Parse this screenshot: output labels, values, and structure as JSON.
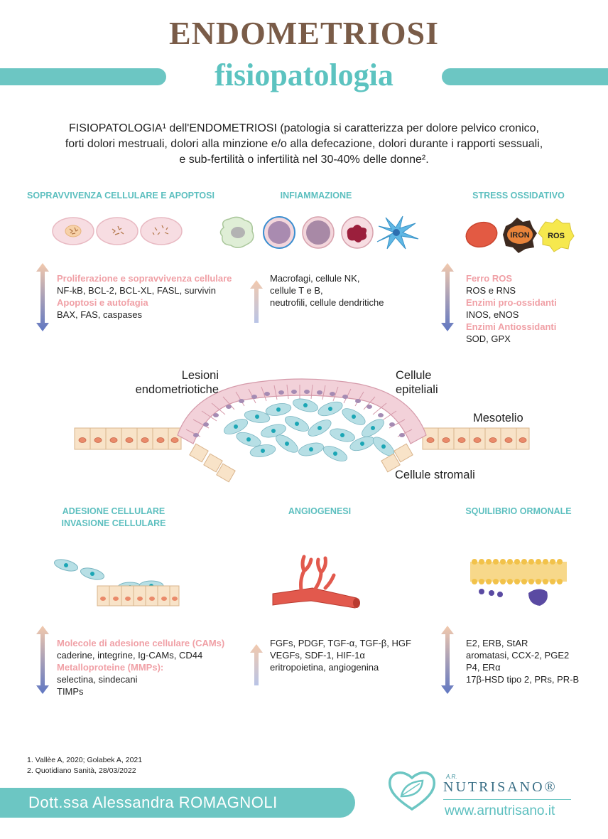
{
  "header": {
    "title": "ENDOMETRIOSI",
    "subtitle": "fisiopatologia"
  },
  "intro": [
    "FISIOPATOLOGIA¹ dell'ENDOMETRIOSI (patologia si caratterizza per dolore pelvico cronico,",
    "forti dolori mestruali, dolori alla minzione e/o alla defecazione, dolori durante i rapporti sessuali,",
    "e sub-fertilità o infertilità nel 30-40% delle donne²."
  ],
  "sections": {
    "apoptosi": {
      "title": "SOPRAVVIVENZA CELLULARE E APOPTOSI",
      "lines": [
        {
          "text": "Proliferazione e sopravvivenza cellulare",
          "accent": true
        },
        {
          "text": "NF-kB, BCL-2, BCL-XL, FASL, survivin",
          "accent": false
        },
        {
          "text": "Apoptosi e autofagia",
          "accent": true
        },
        {
          "text": "BAX, FAS, caspases",
          "accent": false
        }
      ]
    },
    "infiammazione": {
      "title": "INFIAMMAZIONE",
      "lines": [
        {
          "text": "Macrofagi, cellule NK,",
          "accent": false
        },
        {
          "text": "cellule T e B,",
          "accent": false
        },
        {
          "text": "neutrofili, cellule dendritiche",
          "accent": false
        }
      ]
    },
    "stress": {
      "title": "STRESS OSSIDATIVO",
      "icon_labels": [
        "IRON",
        "ROS"
      ],
      "lines": [
        {
          "text": "Ferro  ROS",
          "accent": true
        },
        {
          "text": "ROS e RNS",
          "accent": false
        },
        {
          "text": "Enzimi pro-ossidanti",
          "accent": true
        },
        {
          "text": "INOS, eNOS",
          "accent": false
        },
        {
          "text": "Enzimi Antiossidanti",
          "accent": true
        },
        {
          "text": "SOD, GPX",
          "accent": false
        }
      ]
    },
    "adesione": {
      "title_lines": [
        "ADESIONE CELLULARE",
        "INVASIONE CELLULARE"
      ],
      "lines": [
        {
          "text": "Molecole di adesione cellulare (CAMs)",
          "accent": true
        },
        {
          "text": "caderine, integrine, Ig-CAMs, CD44",
          "accent": false
        },
        {
          "text": "Metalloproteine (MMPs):",
          "accent": true
        },
        {
          "text": "selectina, sindecani",
          "accent": false
        },
        {
          "text": "TIMPs",
          "accent": false
        }
      ]
    },
    "angiogenesi": {
      "title": "ANGIOGENESI",
      "lines": [
        {
          "text": "FGFs, PDGF, TGF-α, TGF-β, HGF",
          "accent": false
        },
        {
          "text": "VEGFs, SDF-1, HIF-1α",
          "accent": false
        },
        {
          "text": "eritropoietina, angiogenina",
          "accent": false
        }
      ]
    },
    "ormonale": {
      "title": "SQUILIBRIO ORMONALE",
      "lines": [
        {
          "text": "E2, ERB, StAR",
          "accent": false
        },
        {
          "text": "aromatasi, CCX-2, PGE2",
          "accent": false
        },
        {
          "text": " P4, ERα",
          "accent": false
        },
        {
          "text": "17β-HSD tipo 2, PRs, PR-B",
          "accent": false
        }
      ]
    }
  },
  "diagram": {
    "lesioni": [
      "Lesioni",
      "endometriotiche"
    ],
    "epiteliali": [
      "Cellule",
      "epiteliali"
    ],
    "mesotelio": "Mesotelio",
    "stromali": "Cellule stromali"
  },
  "references": [
    "1. Vallèe A, 2020; Golabek A, 2021",
    "2. Quotidiano Sanità, 28/03/2022"
  ],
  "footer": {
    "author": "Dott.ssa Alessandra ROMAGNOLI",
    "brand_small": "A.R.",
    "brand": "NUTRISANO®",
    "website": "www.arnutrisano.it"
  },
  "colors": {
    "title": "#7a5c48",
    "teal": "#6cc6c3",
    "accent_pink": "#f0a0a6",
    "epithelial": "#f2d1d9",
    "stromal": "#b7dfe5",
    "vessel": "#e2594d"
  }
}
